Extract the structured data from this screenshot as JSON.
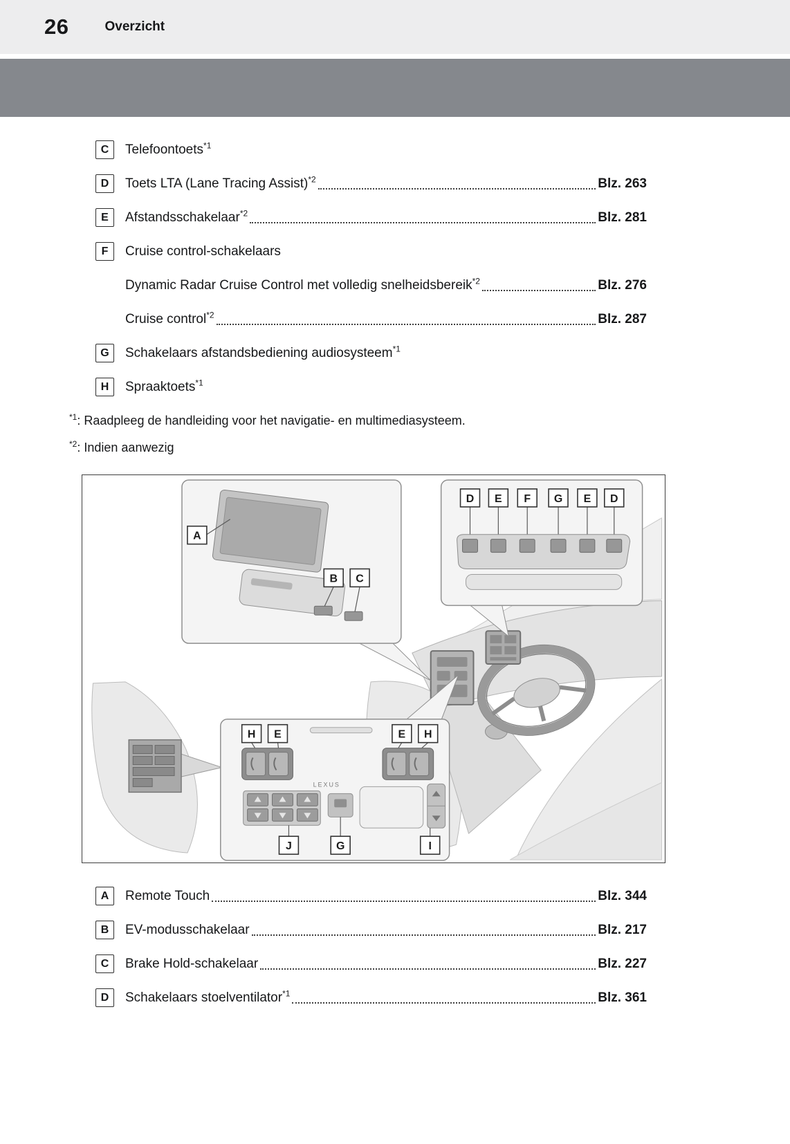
{
  "header": {
    "page_number": "26",
    "section_title": "Overzicht"
  },
  "top_list": [
    {
      "key": "C",
      "label": "Telefoontoets",
      "sup": "*1"
    },
    {
      "key": "D",
      "label": "Toets LTA (Lane Tracing Assist)",
      "sup": "*2",
      "ref": "Blz. 263"
    },
    {
      "key": "E",
      "label": "Afstandsschakelaar",
      "sup": "*2",
      "ref": "Blz. 281"
    },
    {
      "key": "F",
      "label": "Cruise control-schakelaars",
      "sub": [
        {
          "label": "Dynamic Radar Cruise Control met volledig snelheidsbereik",
          "sup": "*2",
          "ref": "Blz. 276"
        },
        {
          "label": "Cruise control",
          "sup": "*2",
          "ref": "Blz. 287"
        }
      ]
    },
    {
      "key": "G",
      "label": "Schakelaars afstandsbediening audiosysteem",
      "sup": "*1"
    },
    {
      "key": "H",
      "label": "Spraaktoets",
      "sup": "*1"
    }
  ],
  "footnotes": [
    {
      "marker": "*1",
      "sep": ":",
      "text": "Raadpleeg de handleiding voor het navigatie- en multimediasysteem."
    },
    {
      "marker": "*2",
      "sep": ":",
      "text": "Indien aanwezig"
    }
  ],
  "illustration": {
    "screen_label": "A",
    "ev_label": "B",
    "brake_label": "C",
    "steering_row": [
      "D",
      "E",
      "F",
      "G",
      "E",
      "D"
    ],
    "seat_left": [
      "H",
      "E"
    ],
    "seat_right": [
      "E",
      "H"
    ],
    "console_bottom": [
      "J",
      "G",
      "I"
    ],
    "brand": "LEXUS"
  },
  "bottom_list": [
    {
      "key": "A",
      "label": "Remote Touch",
      "ref": "Blz. 344"
    },
    {
      "key": "B",
      "label": "EV-modusschakelaar",
      "ref": "Blz. 217"
    },
    {
      "key": "C",
      "label": "Brake Hold-schakelaar",
      "ref": "Blz. 227"
    },
    {
      "key": "D",
      "label": "Schakelaars stoelventilator",
      "sup": "*1",
      "ref": "Blz. 361"
    }
  ]
}
